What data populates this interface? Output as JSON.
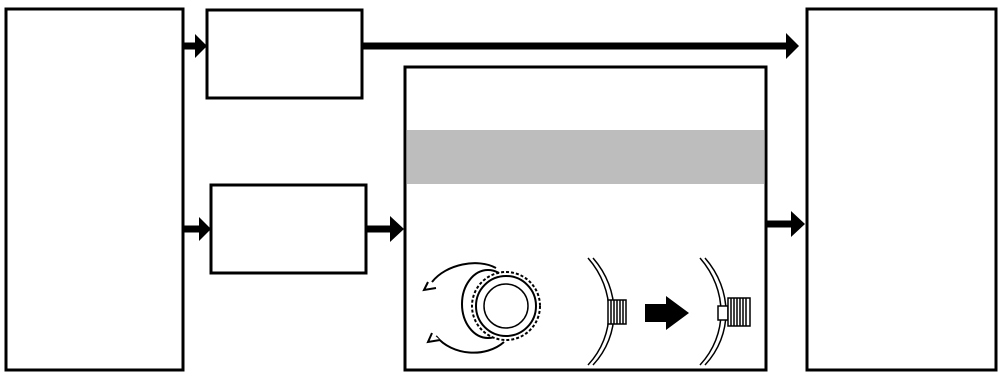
{
  "diagram": {
    "colors": {
      "stroke": "#000000",
      "background": "#ffffff",
      "band": "#bdbdbd"
    },
    "nodes": [
      {
        "id": "left-block",
        "label": ""
      },
      {
        "id": "upper-middle-block",
        "label": ""
      },
      {
        "id": "lower-middle-block",
        "label": ""
      },
      {
        "id": "center-panel",
        "label": ""
      },
      {
        "id": "right-block",
        "label": ""
      }
    ],
    "edges": [
      {
        "from": "left-block",
        "to": "upper-middle-block"
      },
      {
        "from": "left-block",
        "to": "lower-middle-block"
      },
      {
        "from": "upper-middle-block",
        "to": "right-block"
      },
      {
        "from": "lower-middle-block",
        "to": "center-panel"
      },
      {
        "from": "center-panel",
        "to": "right-block"
      }
    ],
    "center_panel_contents": {
      "band": "gray-band",
      "icons": [
        "rotating-knob-icon",
        "flush-screw-icon",
        "transition-arrow-icon",
        "raised-screw-icon"
      ]
    }
  }
}
